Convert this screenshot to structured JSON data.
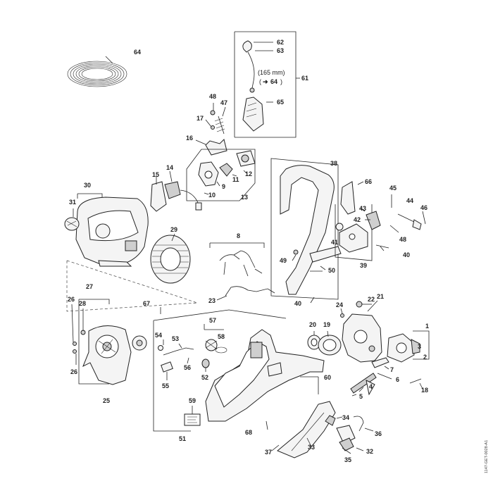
{
  "diagram": {
    "callouts": {
      "n1": "1",
      "n2": "2",
      "n3": "3",
      "n4": "4",
      "n5": "5",
      "n6": "6",
      "n7": "7",
      "n8": "8",
      "n9": "9",
      "n10": "10",
      "n11": "11",
      "n12": "12",
      "n13": "13",
      "n14": "14",
      "n15": "15",
      "n16": "16",
      "n17": "17",
      "n18": "18",
      "n19": "19",
      "n20": "20",
      "n21": "21",
      "n22": "22",
      "n23": "23",
      "n24": "24",
      "n25": "25",
      "n26a": "26",
      "n26b": "26",
      "n27": "27",
      "n28": "28",
      "n29": "29",
      "n30": "30",
      "n31": "31",
      "n32": "32",
      "n33": "33",
      "n34": "34",
      "n35": "35",
      "n36": "36",
      "n37": "37",
      "n38": "38",
      "n39": "39",
      "n40a": "40",
      "n40b": "40",
      "n41": "41",
      "n42": "42",
      "n43": "43",
      "n44": "44",
      "n45": "45",
      "n46": "46",
      "n47": "47",
      "n48a": "48",
      "n48b": "48",
      "n49": "49",
      "n50": "50",
      "n51": "51",
      "n52": "52",
      "n53": "53",
      "n54": "54",
      "n55": "55",
      "n56": "56",
      "n57": "57",
      "n58": "58",
      "n59": "59",
      "n60": "60",
      "n61": "61",
      "n62": "62",
      "n63": "63",
      "n64": "64",
      "n65": "65",
      "n66": "66",
      "n67": "67",
      "n68": "68"
    },
    "note_length": "(165 mm)",
    "note_ref": "64",
    "note_arrow": "➜",
    "drawing_code": "1147-GET-0028-A1"
  }
}
